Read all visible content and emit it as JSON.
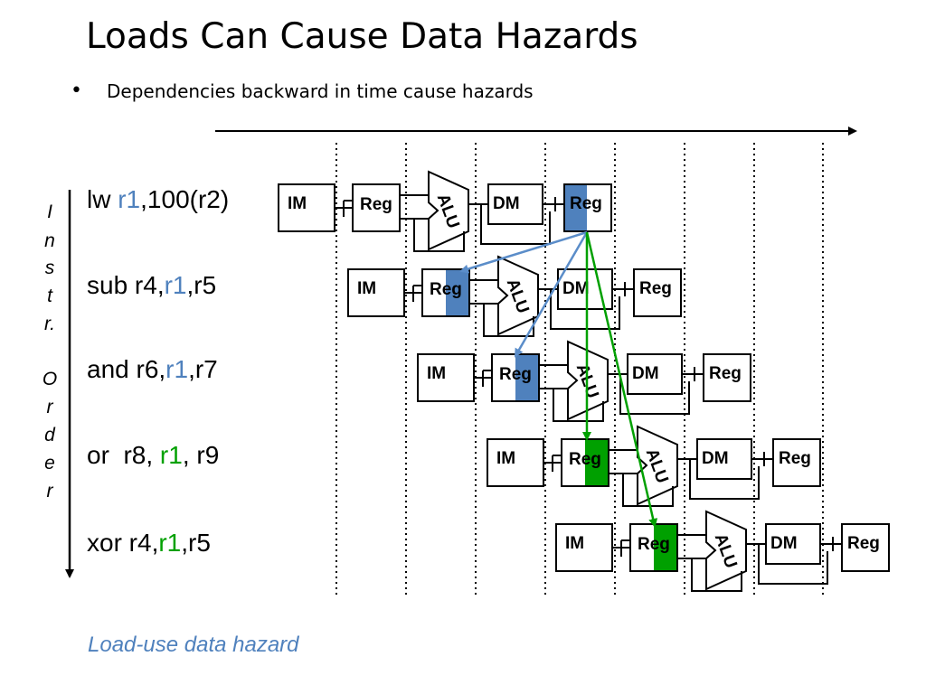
{
  "slide": {
    "title": "Loads Can Cause Data Hazards",
    "bullet": "Dependencies backward in time cause hazards",
    "axis_label": [
      "I",
      "n",
      "s",
      "t",
      "r.",
      "O",
      "r",
      "d",
      "e",
      "r"
    ],
    "note": "Load-use data hazard"
  },
  "instructions": [
    {
      "parts": [
        {
          "t": "lw ",
          "c": ""
        },
        {
          "t": "r1",
          "c": "blue"
        },
        {
          "t": ",100(r2)",
          "c": ""
        }
      ]
    },
    {
      "parts": [
        {
          "t": "sub r4,",
          "c": ""
        },
        {
          "t": "r1",
          "c": "blue"
        },
        {
          "t": ",r5",
          "c": ""
        }
      ]
    },
    {
      "parts": [
        {
          "t": "and r6,",
          "c": ""
        },
        {
          "t": "r1",
          "c": "blue"
        },
        {
          "t": ",r7",
          "c": ""
        }
      ]
    },
    {
      "parts": [
        {
          "t": "or  r8, ",
          "c": ""
        },
        {
          "t": "r1",
          "c": "green"
        },
        {
          "t": ", r9",
          "c": ""
        }
      ]
    },
    {
      "parts": [
        {
          "t": "xor r4,",
          "c": ""
        },
        {
          "t": "r1",
          "c": "green"
        },
        {
          "t": ",r5",
          "c": ""
        }
      ]
    }
  ],
  "stages": {
    "im": "IM",
    "reg": "Reg",
    "alu": "ALU",
    "dm": "DM"
  },
  "colors": {
    "blue": "#4f81bd",
    "green": "#00a000",
    "blue_arrow": "#5b8dc9"
  }
}
